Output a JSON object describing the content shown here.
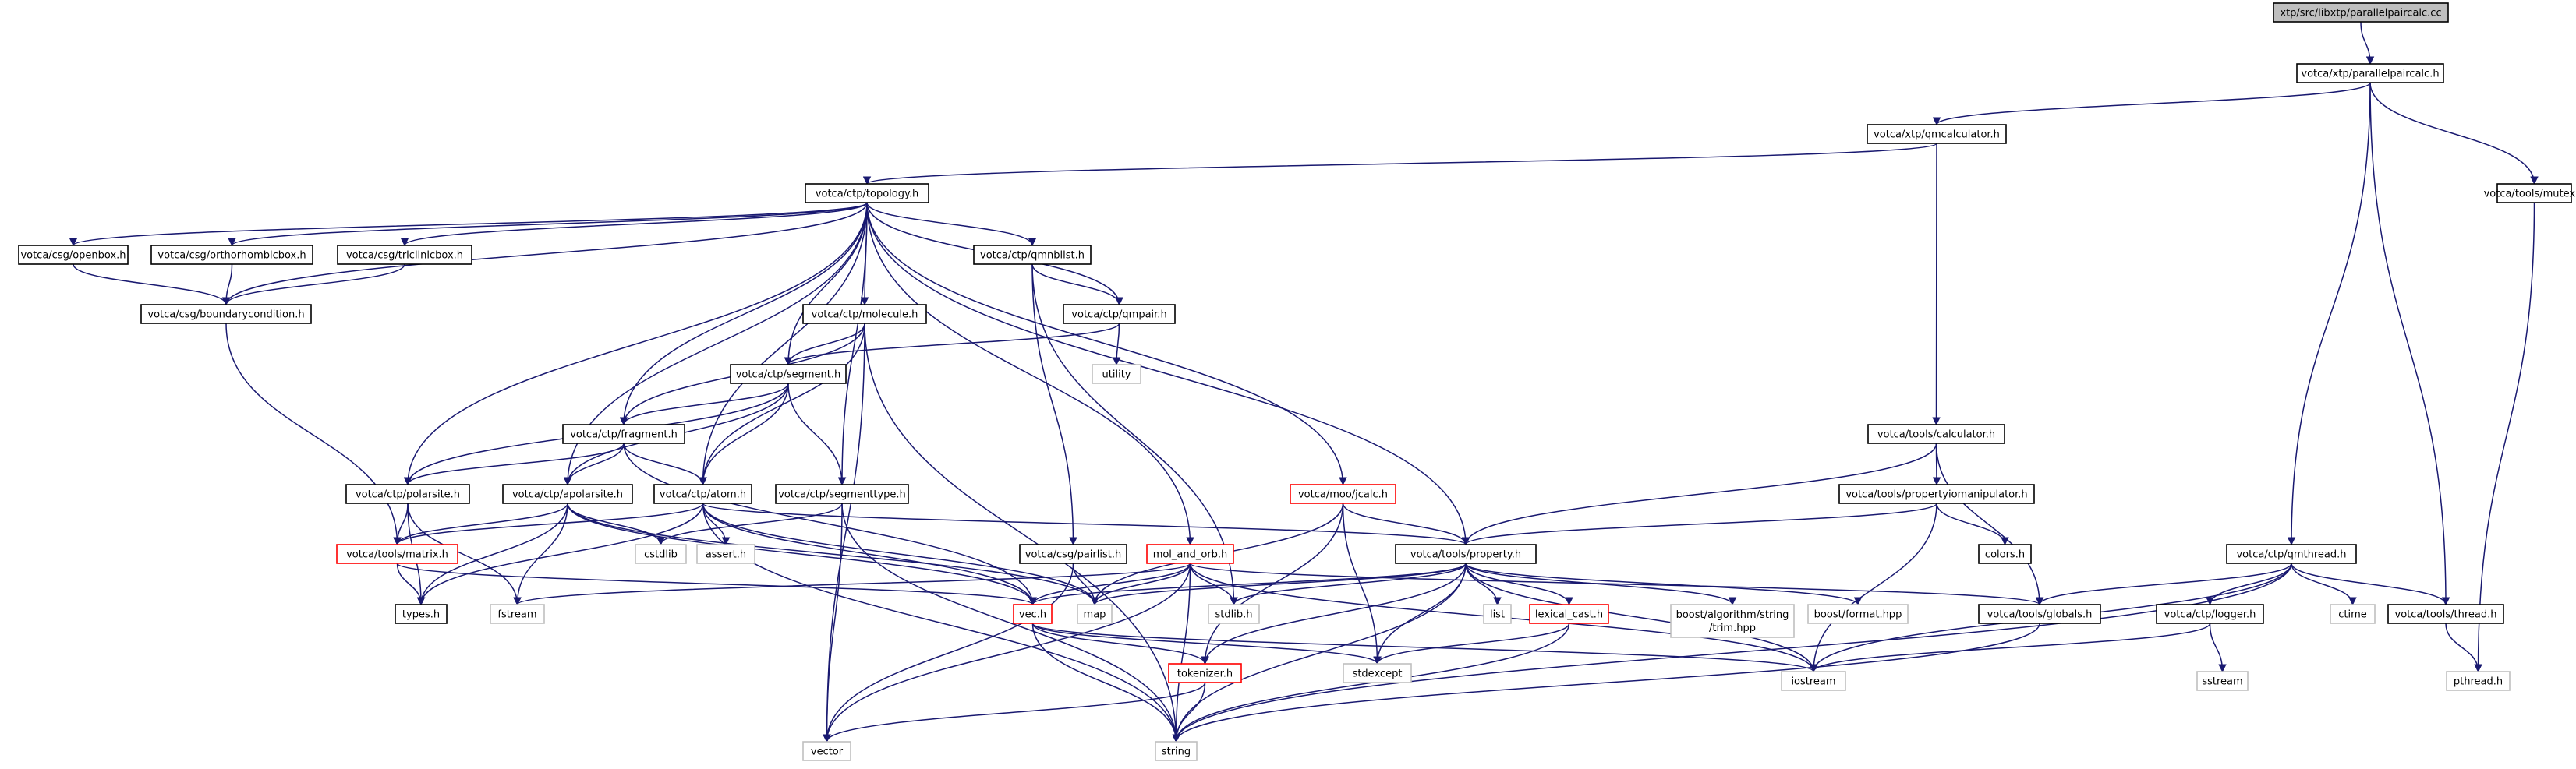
{
  "title": "",
  "colors": {
    "edge": "#191970",
    "root_fill": "#bfbfbf",
    "root_border": "#000000",
    "normal_border": "#000000",
    "truncated_border": "#ff0000",
    "system_border": "#bfbfbf",
    "text": "#000000"
  },
  "nodes": [
    {
      "id": "root",
      "label": "xtp/src/libxtp/parallelpaircalc.cc",
      "kind": "root"
    },
    {
      "id": "ppc",
      "label": "votca/xtp/parallelpaircalc.h",
      "kind": "normal"
    },
    {
      "id": "qmcalc",
      "label": "votca/xtp/qmcalculator.h",
      "kind": "normal"
    },
    {
      "id": "mutex",
      "label": "votca/tools/mutex.h",
      "kind": "normal"
    },
    {
      "id": "topo",
      "label": "votca/ctp/topology.h",
      "kind": "normal"
    },
    {
      "id": "openbox",
      "label": "votca/csg/openbox.h",
      "kind": "normal"
    },
    {
      "id": "orthobox",
      "label": "votca/csg/orthorhombicbox.h",
      "kind": "normal"
    },
    {
      "id": "tricbox",
      "label": "votca/csg/triclinicbox.h",
      "kind": "normal"
    },
    {
      "id": "qmnblist",
      "label": "votca/ctp/qmnblist.h",
      "kind": "normal"
    },
    {
      "id": "bcond",
      "label": "votca/csg/boundarycondition.h",
      "kind": "normal"
    },
    {
      "id": "molecule",
      "label": "votca/ctp/molecule.h",
      "kind": "normal"
    },
    {
      "id": "qmpair",
      "label": "votca/ctp/qmpair.h",
      "kind": "normal"
    },
    {
      "id": "utility",
      "label": "utility",
      "kind": "system"
    },
    {
      "id": "segment",
      "label": "votca/ctp/segment.h",
      "kind": "normal"
    },
    {
      "id": "fragment",
      "label": "votca/ctp/fragment.h",
      "kind": "normal"
    },
    {
      "id": "calculator",
      "label": "votca/tools/calculator.h",
      "kind": "normal"
    },
    {
      "id": "jcalc",
      "label": "votca/moo/jcalc.h",
      "kind": "truncated"
    },
    {
      "id": "polarsite",
      "label": "votca/ctp/polarsite.h",
      "kind": "normal"
    },
    {
      "id": "apolarsite",
      "label": "votca/ctp/apolarsite.h",
      "kind": "normal"
    },
    {
      "id": "atom",
      "label": "votca/ctp/atom.h",
      "kind": "normal"
    },
    {
      "id": "segtype",
      "label": "votca/ctp/segmenttype.h",
      "kind": "normal"
    },
    {
      "id": "propmanip",
      "label": "votca/tools/propertyiomanipulator.h",
      "kind": "normal"
    },
    {
      "id": "qmthread",
      "label": "votca/ctp/qmthread.h",
      "kind": "normal"
    },
    {
      "id": "cstdlib",
      "label": "cstdlib",
      "kind": "system"
    },
    {
      "id": "assert",
      "label": "assert.h",
      "kind": "system"
    },
    {
      "id": "matrix",
      "label": "votca/tools/matrix.h",
      "kind": "truncated"
    },
    {
      "id": "pairlist",
      "label": "votca/csg/pairlist.h",
      "kind": "normal"
    },
    {
      "id": "molorb",
      "label": "mol_and_orb.h",
      "kind": "truncated"
    },
    {
      "id": "property",
      "label": "votca/tools/property.h",
      "kind": "normal"
    },
    {
      "id": "colors",
      "label": "colors.h",
      "kind": "normal"
    },
    {
      "id": "types",
      "label": "types.h",
      "kind": "normal"
    },
    {
      "id": "fstream",
      "label": "fstream",
      "kind": "system"
    },
    {
      "id": "map",
      "label": "map",
      "kind": "system"
    },
    {
      "id": "vec",
      "label": "vec.h",
      "kind": "truncated"
    },
    {
      "id": "stdlib",
      "label": "stdlib.h",
      "kind": "system"
    },
    {
      "id": "list",
      "label": "list",
      "kind": "system"
    },
    {
      "id": "lexcast",
      "label": "lexical_cast.h",
      "kind": "truncated"
    },
    {
      "id": "boosttrim",
      "label": "boost/algorithm/string\n/trim.hpp",
      "kind": "system"
    },
    {
      "id": "boostfmt",
      "label": "boost/format.hpp",
      "kind": "system"
    },
    {
      "id": "globals",
      "label": "votca/tools/globals.h",
      "kind": "normal"
    },
    {
      "id": "logger",
      "label": "votca/ctp/logger.h",
      "kind": "normal"
    },
    {
      "id": "ctime",
      "label": "ctime",
      "kind": "system"
    },
    {
      "id": "thread",
      "label": "votca/tools/thread.h",
      "kind": "normal"
    },
    {
      "id": "tokenizer",
      "label": "tokenizer.h",
      "kind": "truncated"
    },
    {
      "id": "stdexcept",
      "label": "stdexcept",
      "kind": "system"
    },
    {
      "id": "iostream",
      "label": "iostream",
      "kind": "system"
    },
    {
      "id": "sstream",
      "label": "sstream",
      "kind": "system"
    },
    {
      "id": "pthread",
      "label": "pthread.h",
      "kind": "system"
    },
    {
      "id": "vector",
      "label": "vector",
      "kind": "system"
    },
    {
      "id": "string",
      "label": "string",
      "kind": "system"
    }
  ],
  "edges": [
    [
      "root",
      "ppc"
    ],
    [
      "ppc",
      "qmcalc"
    ],
    [
      "ppc",
      "qmthread"
    ],
    [
      "ppc",
      "mutex"
    ],
    [
      "ppc",
      "thread"
    ],
    [
      "qmcalc",
      "topo"
    ],
    [
      "qmcalc",
      "calculator"
    ],
    [
      "mutex",
      "pthread"
    ],
    [
      "topo",
      "openbox"
    ],
    [
      "topo",
      "orthobox"
    ],
    [
      "topo",
      "tricbox"
    ],
    [
      "topo",
      "bcond"
    ],
    [
      "topo",
      "qmnblist"
    ],
    [
      "topo",
      "molecule"
    ],
    [
      "topo",
      "qmpair"
    ],
    [
      "topo",
      "segment"
    ],
    [
      "topo",
      "fragment"
    ],
    [
      "topo",
      "polarsite"
    ],
    [
      "topo",
      "apolarsite"
    ],
    [
      "topo",
      "atom"
    ],
    [
      "topo",
      "segtype"
    ],
    [
      "topo",
      "molorb"
    ],
    [
      "topo",
      "jcalc"
    ],
    [
      "topo",
      "property"
    ],
    [
      "openbox",
      "bcond"
    ],
    [
      "orthobox",
      "bcond"
    ],
    [
      "tricbox",
      "bcond"
    ],
    [
      "bcond",
      "matrix"
    ],
    [
      "qmnblist",
      "qmpair"
    ],
    [
      "qmnblist",
      "pairlist"
    ],
    [
      "qmnblist",
      "stdlib"
    ],
    [
      "molecule",
      "segment"
    ],
    [
      "molecule",
      "fragment"
    ],
    [
      "molecule",
      "atom"
    ],
    [
      "molecule",
      "vector"
    ],
    [
      "molecule",
      "string"
    ],
    [
      "qmpair",
      "segment"
    ],
    [
      "qmpair",
      "utility"
    ],
    [
      "segment",
      "fragment"
    ],
    [
      "segment",
      "atom"
    ],
    [
      "segment",
      "segtype"
    ],
    [
      "segment",
      "polarsite"
    ],
    [
      "segment",
      "apolarsite"
    ],
    [
      "fragment",
      "atom"
    ],
    [
      "fragment",
      "polarsite"
    ],
    [
      "fragment",
      "apolarsite"
    ],
    [
      "fragment",
      "vec"
    ],
    [
      "polarsite",
      "matrix"
    ],
    [
      "polarsite",
      "types"
    ],
    [
      "polarsite",
      "fstream"
    ],
    [
      "apolarsite",
      "matrix"
    ],
    [
      "apolarsite",
      "types"
    ],
    [
      "apolarsite",
      "fstream"
    ],
    [
      "apolarsite",
      "cstdlib"
    ],
    [
      "apolarsite",
      "vec"
    ],
    [
      "apolarsite",
      "map"
    ],
    [
      "atom",
      "matrix"
    ],
    [
      "atom",
      "vec"
    ],
    [
      "atom",
      "types"
    ],
    [
      "atom",
      "assert"
    ],
    [
      "atom",
      "property"
    ],
    [
      "atom",
      "string"
    ],
    [
      "atom",
      "map"
    ],
    [
      "segtype",
      "vector"
    ],
    [
      "segtype",
      "string"
    ],
    [
      "segtype",
      "cstdlib"
    ],
    [
      "matrix",
      "types"
    ],
    [
      "matrix",
      "vec"
    ],
    [
      "pairlist",
      "map"
    ],
    [
      "pairlist",
      "vector"
    ],
    [
      "molorb",
      "vec"
    ],
    [
      "molorb",
      "fstream"
    ],
    [
      "molorb",
      "stdlib"
    ],
    [
      "molorb",
      "string"
    ],
    [
      "molorb",
      "vector"
    ],
    [
      "molorb",
      "map"
    ],
    [
      "molorb",
      "iostream"
    ],
    [
      "molorb",
      "globals"
    ],
    [
      "jcalc",
      "property"
    ],
    [
      "jcalc",
      "map"
    ],
    [
      "jcalc",
      "tokenizer"
    ],
    [
      "jcalc",
      "stdexcept"
    ],
    [
      "calculator",
      "property"
    ],
    [
      "calculator",
      "propmanip"
    ],
    [
      "calculator",
      "globals"
    ],
    [
      "propmanip",
      "property"
    ],
    [
      "propmanip",
      "colors"
    ],
    [
      "propmanip",
      "iostream"
    ],
    [
      "property",
      "map"
    ],
    [
      "property",
      "list"
    ],
    [
      "property",
      "string"
    ],
    [
      "property",
      "vec"
    ],
    [
      "property",
      "stdlib"
    ],
    [
      "property",
      "lexcast"
    ],
    [
      "property",
      "boosttrim"
    ],
    [
      "property",
      "boostfmt"
    ],
    [
      "property",
      "stdexcept"
    ],
    [
      "property",
      "iostream"
    ],
    [
      "property",
      "tokenizer"
    ],
    [
      "lexcast",
      "string"
    ],
    [
      "lexcast",
      "stdexcept"
    ],
    [
      "vec",
      "tokenizer"
    ],
    [
      "vec",
      "string"
    ],
    [
      "vec",
      "stdexcept"
    ],
    [
      "vec",
      "iostream"
    ],
    [
      "tokenizer",
      "string"
    ],
    [
      "tokenizer",
      "vector"
    ],
    [
      "globals",
      "string"
    ],
    [
      "qmthread",
      "globals"
    ],
    [
      "qmthread",
      "logger"
    ],
    [
      "qmthread",
      "thread"
    ],
    [
      "qmthread",
      "ctime"
    ],
    [
      "qmthread",
      "iostream"
    ],
    [
      "qmthread",
      "string"
    ],
    [
      "logger",
      "sstream"
    ],
    [
      "logger",
      "iostream"
    ],
    [
      "thread",
      "pthread"
    ]
  ]
}
